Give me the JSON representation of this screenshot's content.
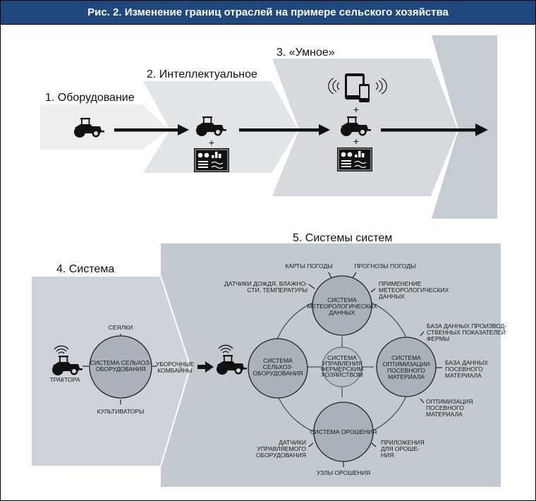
{
  "title": "Рис. 2. Изменение границ отраслей на примере сельского хозяйства",
  "colors": {
    "title_bg": "#1f497d",
    "panel_light": "#e7e9eb",
    "panel_mid": "#d9dde1",
    "panel_dark": "#c5ccd2",
    "circle_fill": "#a9b2ba",
    "ink": "#111111"
  },
  "stages": [
    {
      "id": 1,
      "label": "1. Оборудование",
      "icons": [
        "tractor-icon"
      ]
    },
    {
      "id": 2,
      "label": "2. Интеллектуальное",
      "icons": [
        "tractor-icon",
        "plus",
        "dashboard-icon"
      ]
    },
    {
      "id": 3,
      "label": "3. «Умное»",
      "icons": [
        "wireless-devices-icon",
        "plus",
        "tractor-icon",
        "plus",
        "dashboard-icon"
      ]
    },
    {
      "id": 4,
      "label": "4. Система"
    },
    {
      "id": 5,
      "label": "5. Системы систем"
    }
  ],
  "plus": "+",
  "system": {
    "center": [
      "СИСТЕМА СЕЛЬХОЗ-",
      "ОБОРУДОВАНИЯ"
    ],
    "top": "СЕЯЛКИ",
    "bottom": "КУЛЬТИВАТОРЫ",
    "left": "ТРАКТОРА",
    "right": [
      "УБОРОЧНЫЕ",
      "КОМБАЙНЫ"
    ]
  },
  "system_of_systems": {
    "hub": [
      "СИСТЕМА",
      "УПРАВЛЕНИЯ",
      "ФЕРМЕРСКИМ",
      "ХОЗЯЙСТВОМ"
    ],
    "weather": {
      "name": [
        "СИСТЕМА",
        "МЕТЕОРОЛОГИЧЕСКИХ",
        "ДАННЫХ"
      ],
      "spokes": {
        "maps": "КАРТЫ ПОГОДЫ",
        "forecasts": "ПРОГНОЗЫ ПОГОДЫ",
        "sensors": [
          "ДАТЧИКИ ДОЖДЯ, ВЛАЖНО-",
          "СТИ, ТЕМПЕРАТУРЫ"
        ],
        "apps": [
          "ПРИМЕНЕНИЕ",
          "МЕТЕОРОЛОГИЧЕСКИХ",
          "ДАННЫХ"
        ]
      }
    },
    "equipment": {
      "name": [
        "СИСТЕМА",
        "СЕЛЬХОЗ-",
        "ОБОРУДОВАНИЯ"
      ]
    },
    "seeds": {
      "name": [
        "СИСТЕМА",
        "ОПТИМИЗАЦИИ",
        "ПОСЕВНОГО",
        "МАТЕРИАЛА"
      ],
      "spokes": {
        "farm_db": [
          "БАЗА ДАННЫХ ПРОИЗВОД-",
          "СТВЕННЫХ ПОКАЗАТЕЛЕЙ",
          "ФЕРМЫ"
        ],
        "seed_db": [
          "БАЗА ДАННЫХ",
          "ПОСЕВНОГО",
          "МАТЕРИАЛА"
        ],
        "optimization": [
          "ОПТИМИЗАЦИЯ",
          "ПОСЕВНОГО",
          "МАТЕРИАЛА"
        ]
      }
    },
    "irrigation": {
      "name": "СИСТЕМА ОРОШЕНИЯ",
      "spokes": {
        "sensors": [
          "ДАТЧИКИ",
          "УПРАВЛЯЕМОГО",
          "ОБОРУДОВАНИЯ"
        ],
        "apps": [
          "ПРИЛОЖЕНИЯ",
          "ДЛЯ ОРОШЕ-",
          "НИЯ"
        ],
        "nodes": "УЗЛЫ ОРОШЕНИЯ"
      }
    }
  }
}
